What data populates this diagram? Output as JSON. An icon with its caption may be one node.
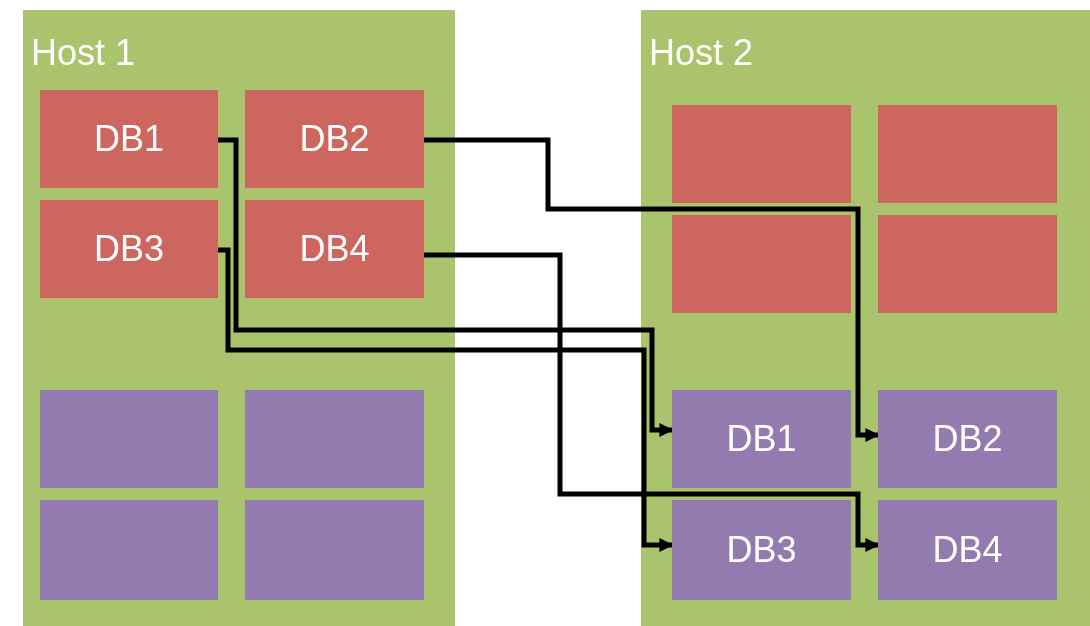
{
  "diagram": {
    "nodes": [
      {
        "text": [
          "Host 1"
        ]
      },
      {
        "text": [
          "DB1"
        ],
        "in": 0
      },
      {
        "text": [
          "DB2"
        ],
        "in": 0
      },
      {
        "text": [
          "DB3"
        ],
        "in": 0
      },
      {
        "text": [
          "DB4"
        ],
        "in": 0
      },
      {
        "text": [],
        "shape": "box",
        "in": 0
      },
      {
        "text": [],
        "shape": "box",
        "in": 0
      },
      {
        "text": [],
        "shape": "box",
        "in": 0
      },
      {
        "text": [],
        "shape": "box",
        "in": 0
      },
      {
        "text": [
          "Host 2"
        ]
      },
      {
        "text": [],
        "shape": "box",
        "in": 9
      },
      {
        "text": [],
        "shape": "box",
        "in": 9
      },
      {
        "text": [],
        "shape": "box",
        "in": 9
      },
      {
        "text": [],
        "shape": "box",
        "in": 9
      },
      {
        "text": [
          "DB1"
        ],
        "in": 9
      },
      {
        "text": [
          "DB2"
        ],
        "in": 9
      },
      {
        "text": [
          "DB3"
        ],
        "in": 9
      },
      {
        "text": [
          "DB4"
        ],
        "in": 9
      }
    ],
    "edges": [
      {
        "from": 1,
        "to": 14,
        "arrow": "to"
      },
      {
        "from": 2,
        "to": 15,
        "arrow": "to"
      },
      {
        "from": 3,
        "to": 16,
        "arrow": "to"
      },
      {
        "from": 4,
        "to": 17,
        "arrow": "to"
      }
    ]
  }
}
